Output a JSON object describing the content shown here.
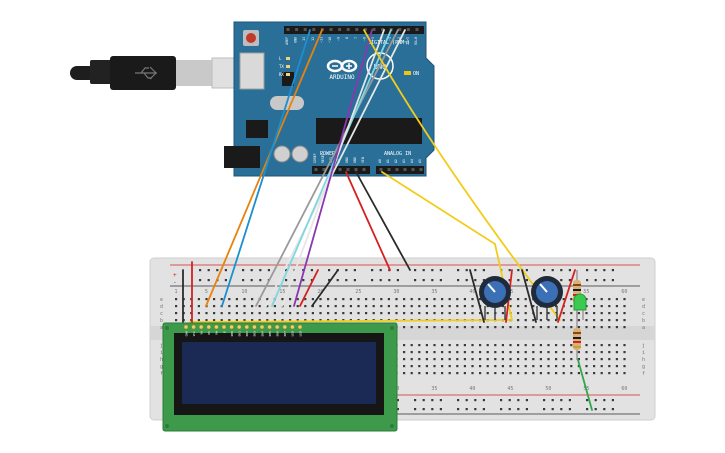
{
  "arduino": {
    "brand": "ARDUINO",
    "model": "UNO",
    "digital_label": "DIGITAL (PWM~)",
    "power_label": "POWER",
    "analog_label": "ANALOG IN",
    "on_label": "ON",
    "header_top_labels": [
      "AREF",
      "GND",
      "13",
      "12",
      "~11",
      "~10",
      "~9",
      "8",
      "7",
      "~6",
      "~5",
      "4",
      "~3",
      "2",
      "TX→1",
      "RX←0"
    ],
    "header_power_labels": [
      "IOREF",
      "RESET",
      "3V3",
      "5V",
      "GND",
      "GND",
      "VIN"
    ],
    "header_analog_labels": [
      "A0",
      "A1",
      "A2",
      "A3",
      "A4",
      "A5"
    ],
    "led_labels": [
      "L",
      "TX",
      "RX"
    ]
  },
  "breadboard": {
    "column_numbers": [
      "1",
      "5",
      "10",
      "15",
      "20",
      "25",
      "30",
      "35",
      "40",
      "45",
      "50",
      "55",
      "60"
    ],
    "row_letters_top": [
      "a",
      "b",
      "c",
      "d",
      "e"
    ],
    "row_letters_bottom": [
      "f",
      "g",
      "h",
      "i",
      "j"
    ],
    "rail_plus": "+",
    "rail_minus": "-"
  },
  "lcd": {
    "pin_labels": [
      "GND",
      "VCC",
      "V0",
      "RS",
      "RW",
      "E",
      "DB0",
      "DB1",
      "DB2",
      "DB3",
      "DB4",
      "DB5",
      "DB6",
      "DB7",
      "LED",
      "LED"
    ]
  },
  "colors": {
    "wire_orange": "#e8820c",
    "wire_blue": "#1c8fd0",
    "wire_gray": "#9a9a9a",
    "wire_white": "#e6e6e6",
    "wire_cyan": "#7fd7e0",
    "wire_purple": "#8a38b0",
    "wire_red": "#d62020",
    "wire_black": "#2b2b2b",
    "wire_yellow": "#f2cc1a",
    "wire_green": "#2ea84a",
    "board_teal": "#2a6f97",
    "lcd_green": "#3c9a4a",
    "lcd_screen": "#1b2a55"
  }
}
